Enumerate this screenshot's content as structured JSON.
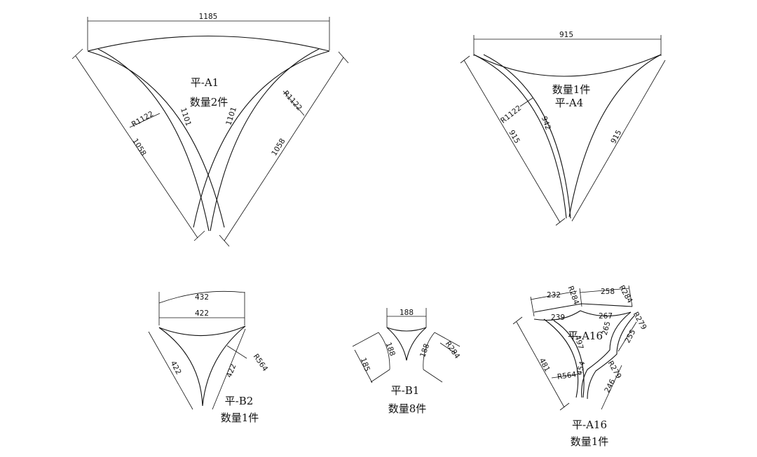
{
  "part_a1": {
    "name": "平-A1",
    "qty": "数量2件",
    "dims": {
      "top": "1185",
      "left_radius": "R1122",
      "left_inner": "1101",
      "right_inner": "1101",
      "right_radius": "R1122",
      "left_side": "1058",
      "right_side": "1058"
    }
  },
  "part_a4": {
    "qty": "数量1件",
    "name": "平-A4",
    "dims": {
      "top": "915",
      "radius": "R1122",
      "left_side": "915",
      "inner": "942",
      "right_side": "915"
    }
  },
  "part_b2": {
    "name": "平-B2",
    "qty": "数量1件",
    "dims": {
      "top_outer": "432",
      "top_inner": "422",
      "left_side": "422",
      "right_side": "422",
      "radius": "R564"
    }
  },
  "part_b1": {
    "name": "平-B1",
    "qty": "数量8件",
    "dims": {
      "top": "188",
      "left_inner": "188",
      "left_side": "185",
      "right_inner": "188",
      "radius": "R284"
    }
  },
  "part_a16": {
    "name_inner": "平-A16",
    "name": "平-A16",
    "qty": "数量1件",
    "dims": {
      "d232": "232",
      "r284_a": "R284",
      "d258": "258",
      "r284_b": "R284",
      "d239": "239",
      "d267": "267",
      "d265": "265",
      "r279": "R279",
      "d255": "255",
      "d497": "497",
      "d481": "481",
      "r564": "R564",
      "d454": "454",
      "r279_b": "R279",
      "d246": "246"
    }
  }
}
